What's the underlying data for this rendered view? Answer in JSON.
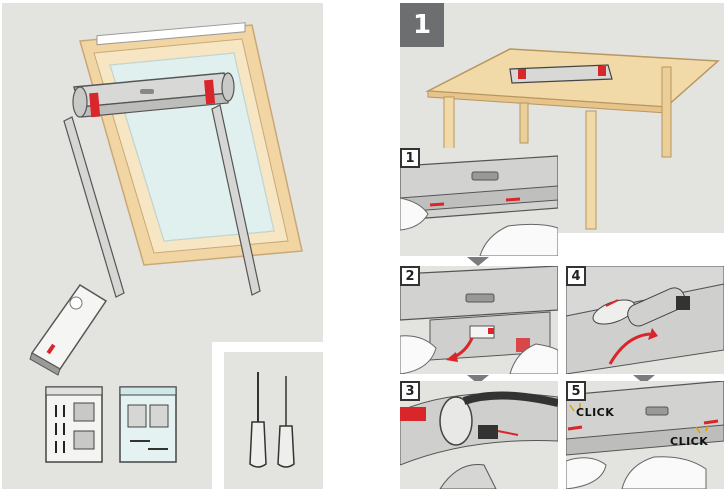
{
  "main_step": {
    "number": "1"
  },
  "sub_steps": [
    {
      "number": "1"
    },
    {
      "number": "2"
    },
    {
      "number": "3"
    },
    {
      "number": "4"
    },
    {
      "number": "5"
    }
  ],
  "click_labels": [
    "CLICK",
    "CLICK"
  ],
  "colors": {
    "panel_bg": "#e3e3e0",
    "badge_bg": "#6d6e70",
    "accent_red": "#d9262b",
    "wood": "#f2d9a8"
  },
  "icons": [
    "window-icon",
    "blind-cassette-icon",
    "side-rail-icon",
    "remote-control-icon",
    "screw-bag-icon",
    "bracket-bag-icon",
    "screwdriver-icon",
    "awl-icon",
    "table-icon",
    "hand-icon",
    "arrow-icon"
  ]
}
